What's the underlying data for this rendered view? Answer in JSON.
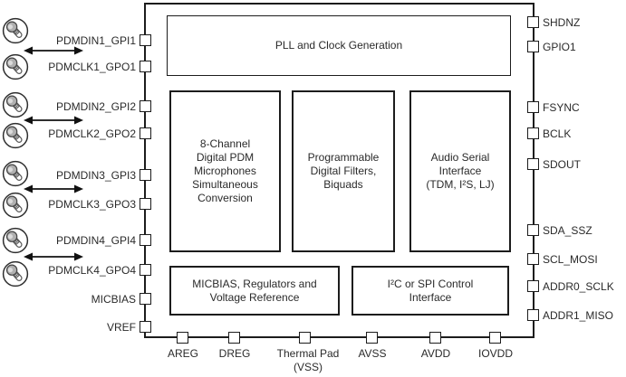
{
  "colors": {
    "line": "#1c1c1c",
    "text": "#2a2a2a",
    "mic_fill": "#b0b0b0",
    "background": "#ffffff"
  },
  "icons": {
    "microphone": "microphone-icon",
    "bidirectional_arrow": "bidirectional-arrow-icon"
  },
  "chip": {
    "blocks": {
      "pll": {
        "label": "PLL and Clock Generation"
      },
      "pdm_conversion": {
        "label": "8-Channel\nDigital PDM\nMicrophones\nSimultaneous\nConversion"
      },
      "digital_filters": {
        "label": "Programmable\nDigital Filters,\nBiquads"
      },
      "audio_serial_interface": {
        "label": "Audio Serial\nInterface\n(TDM, I²S, LJ)"
      },
      "micbias_regulators": {
        "label": "MICBIAS, Regulators and\nVoltage Reference"
      },
      "control_interface": {
        "label": "I²C or SPI Control\nInterface"
      }
    }
  },
  "pins": {
    "left": [
      "PDMDIN1_GPI1",
      "PDMCLK1_GPO1",
      "PDMDIN2_GPI2",
      "PDMCLK2_GPO2",
      "PDMDIN3_GPI3",
      "PDMCLK3_GPO3",
      "PDMDIN4_GPI4",
      "PDMCLK4_GPO4",
      "MICBIAS",
      "VREF"
    ],
    "right": [
      "SHDNZ",
      "GPIO1",
      "FSYNC",
      "BCLK",
      "SDOUT",
      "SDA_SSZ",
      "SCL_MOSI",
      "ADDR0_SCLK",
      "ADDR1_MISO"
    ],
    "bottom": [
      "AREG",
      "DREG",
      "Thermal Pad\n(VSS)",
      "AVSS",
      "AVDD",
      "IOVDD"
    ]
  }
}
